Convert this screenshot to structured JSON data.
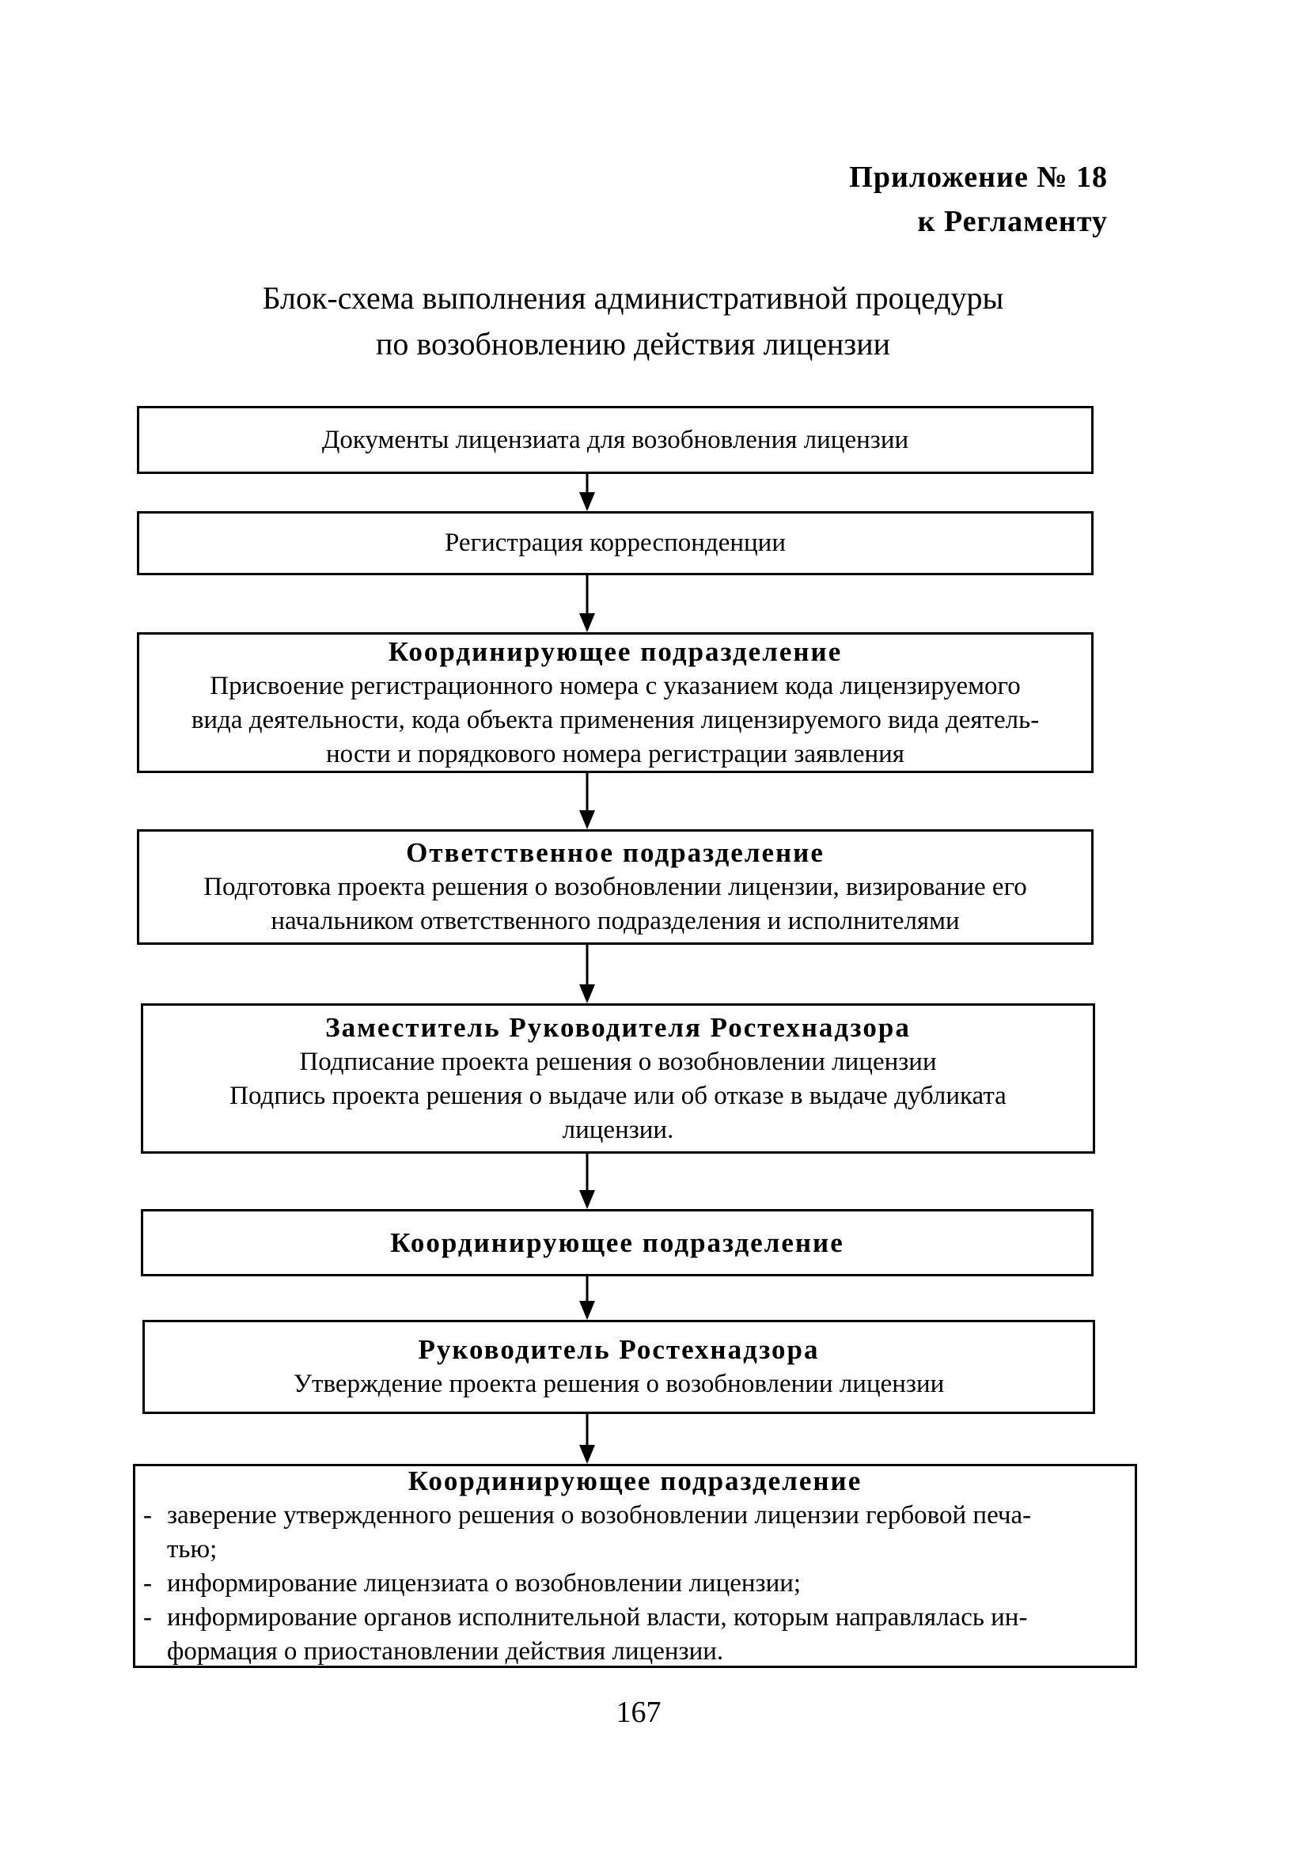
{
  "header": {
    "line1": "Приложение № 18",
    "line2": "к Регламенту"
  },
  "title": {
    "line1": "Блок-схема выполнения административной процедуры",
    "line2": "по возобновлению действия лицензии"
  },
  "flowchart": {
    "boxes": [
      {
        "lines": [
          "Документы лицензиата для возобновления лицензии"
        ]
      },
      {
        "lines": [
          "Регистрация корреспонденции"
        ]
      },
      {
        "heading": "Координирующее подразделение",
        "lines": [
          "Присвоение регистрационного номера с указанием кода лицензируемого",
          "вида деятельности, кода объекта применения лицензируемого вида деятель-",
          "ности и порядкового номера регистрации заявления"
        ]
      },
      {
        "heading": "Ответственное подразделение",
        "lines": [
          "Подготовка проекта решения о возобновлении лицензии, визирование его",
          "начальником ответственного подразделения и исполнителями"
        ]
      },
      {
        "heading": "Заместитель Руководителя Ростехнадзора",
        "lines": [
          "Подписание проекта решения о возобновлении лицензии",
          "Подпись проекта решения о выдаче или об отказе в выдаче дубликата",
          "лицензии."
        ]
      },
      {
        "heading": "Координирующее подразделение",
        "lines": []
      },
      {
        "heading": "Руководитель Ростехнадзора",
        "lines": [
          "Утверждение проекта решения о возобновлении лицензии"
        ]
      },
      {
        "heading": "Координирующее подразделение",
        "bullet_lines": [
          {
            "marker": "-",
            "text": "заверение утвержденного решения о возобновлении лицензии гербовой печа-"
          },
          {
            "marker": "",
            "text": "тью;"
          },
          {
            "marker": "-",
            "text": "информирование лицензиата о возобновлении лицензии;"
          },
          {
            "marker": "-",
            "text": "информирование органов исполнительной власти, которым направлялась ин-"
          },
          {
            "marker": "",
            "text": "формация о приостановлении действия лицензии."
          }
        ]
      }
    ]
  },
  "page_number": "167"
}
